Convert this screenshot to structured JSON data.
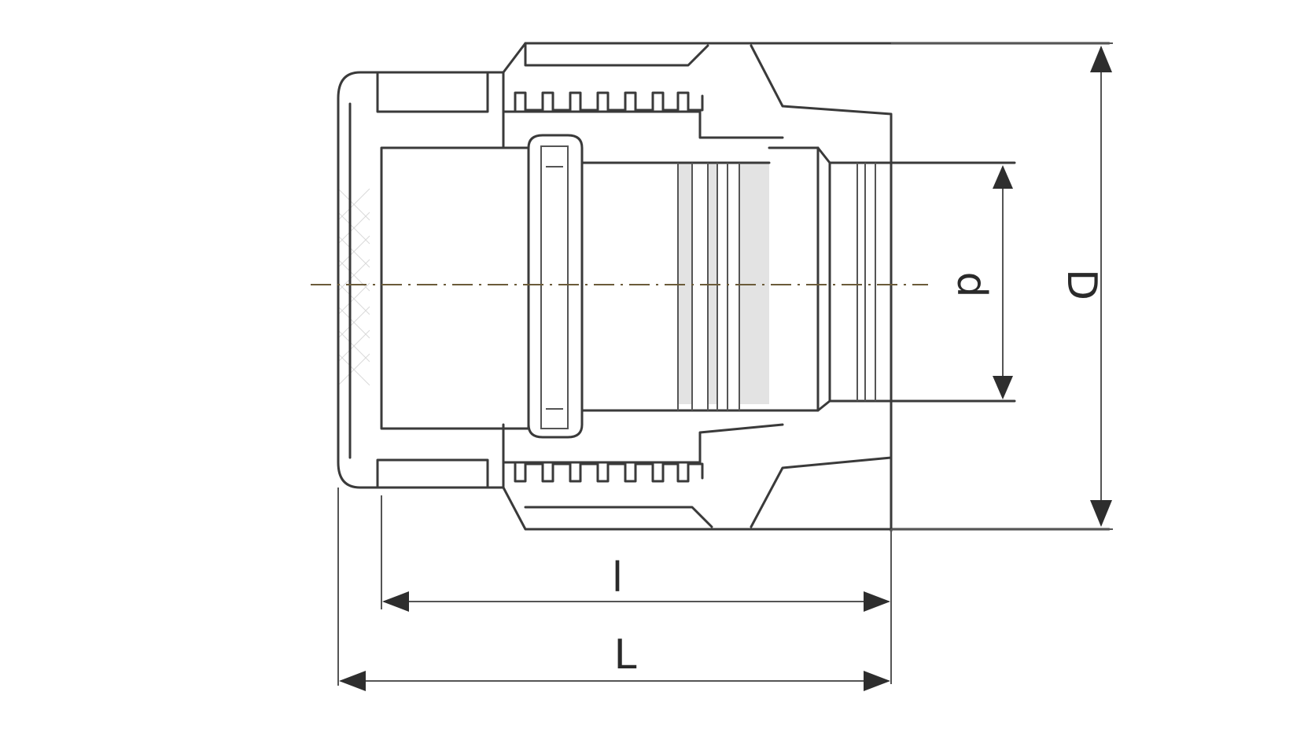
{
  "dimensions": {
    "outer_diameter_label": "D",
    "inner_diameter_label": "d",
    "socket_length_label": "l",
    "total_length_label": "L"
  }
}
